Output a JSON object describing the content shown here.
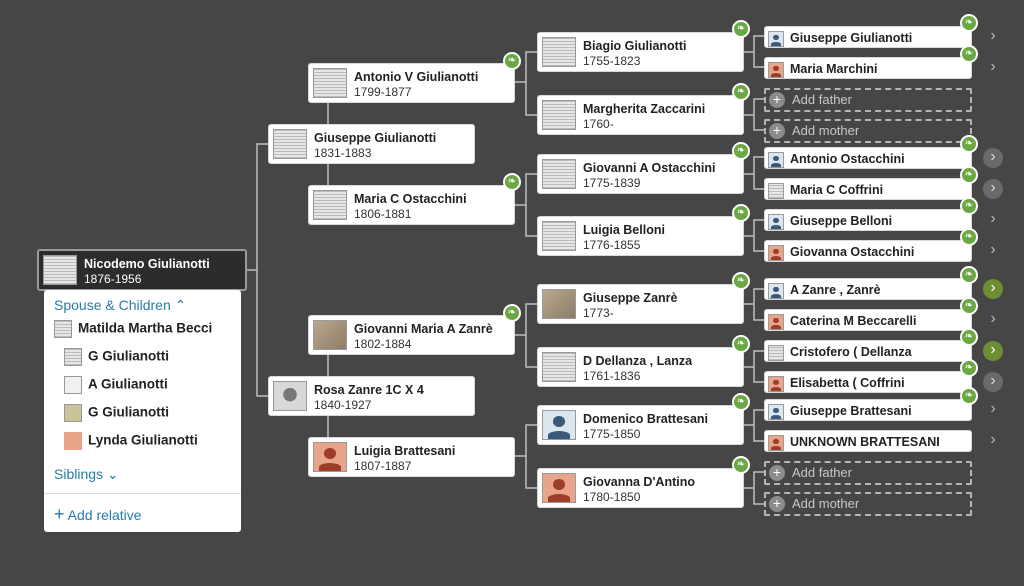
{
  "tree": {
    "focus": {
      "name": "Nicodemo Giulianotti",
      "dates": "1876-1956"
    },
    "gen1": [
      {
        "name": "Giuseppe Giulianotti",
        "dates": "1831-1883"
      },
      {
        "name": "Rosa Zanre 1C X 4",
        "dates": "1840-1927"
      }
    ],
    "gen2": [
      {
        "name": "Antonio V Giulianotti",
        "dates": "1799-1877"
      },
      {
        "name": "Maria C Ostacchini",
        "dates": "1806-1881"
      },
      {
        "name": "Giovanni Maria A Zanrè",
        "dates": "1802-1884"
      },
      {
        "name": "Luigia Brattesani",
        "dates": "1807-1887"
      }
    ],
    "gen3": [
      {
        "name": "Biagio Giulianotti",
        "dates": "1755-1823"
      },
      {
        "name": "Margherita Zaccarini",
        "dates": "1760-"
      },
      {
        "name": "Giovanni A Ostacchini",
        "dates": "1775-1839"
      },
      {
        "name": "Luigia Belloni",
        "dates": "1776-1855"
      },
      {
        "name": "Giuseppe Zanrè",
        "dates": "1773-"
      },
      {
        "name": "D Dellanza , Lanza",
        "dates": "1761-1836"
      },
      {
        "name": "Domenico Brattesani",
        "dates": "1775-1850"
      },
      {
        "name": "Giovanna D'Antino",
        "dates": "1780-1850"
      }
    ],
    "gen4": [
      {
        "name": "Giuseppe Giulianotti"
      },
      {
        "name": "Maria Marchini"
      },
      {
        "name": "Add father"
      },
      {
        "name": "Add mother"
      },
      {
        "name": "Antonio Ostacchini"
      },
      {
        "name": "Maria C Coffrini"
      },
      {
        "name": "Giuseppe Belloni"
      },
      {
        "name": "Giovanna Ostacchini"
      },
      {
        "name": "A Zanre , Zanrè"
      },
      {
        "name": "Caterina M Beccarelli"
      },
      {
        "name": "Cristofero ( Dellanza"
      },
      {
        "name": "Elisabetta ( Coffrini"
      },
      {
        "name": "Giuseppe Brattesani"
      },
      {
        "name": "UNKNOWN BRATTESANI"
      },
      {
        "name": "Add father"
      },
      {
        "name": "Add mother"
      }
    ]
  },
  "panel": {
    "spouse_children_label": "Spouse & Children",
    "spouse": "Matilda Martha Becci",
    "children": [
      "G Giulianotti",
      "A Giulianotti",
      "G Giulianotti",
      "Lynda Giulianotti"
    ],
    "siblings_label": "Siblings",
    "add_relative_label": "Add relative"
  },
  "icons": {
    "hint": "leaf-hint-icon",
    "chevron": "chevron-right-icon",
    "plus": "plus-icon"
  },
  "colors": {
    "background": "#464646",
    "hint_green": "#6aa843",
    "link_blue": "#2a7aa8"
  }
}
